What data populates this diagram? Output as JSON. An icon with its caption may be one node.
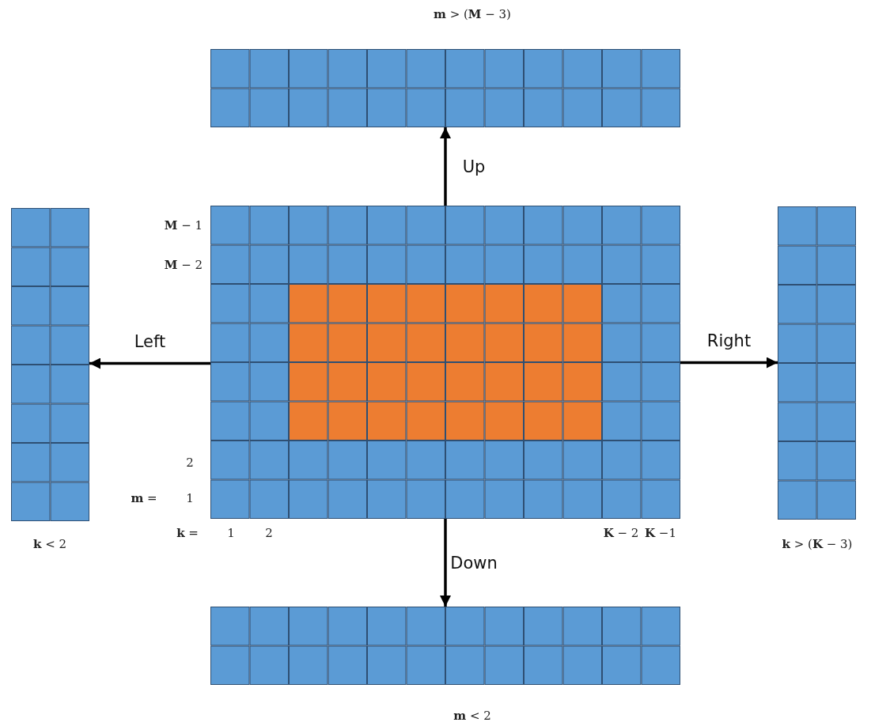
{
  "diagram": {
    "nodes": [
      {
        "text": [],
        "shape": "box",
        "beside": [
          "**m** > (**M** − 3)"
        ]
      },
      {
        "text": [],
        "shape": "box",
        "beside": [
          "**k** < 2"
        ]
      },
      {
        "text": [],
        "shape": "box",
        "beside": [
          "**M** − 1",
          "**M** − 2",
          "2",
          "**m** =",
          "1",
          "**k** =",
          "1",
          "2",
          "**K** − 2",
          "**K** −1"
        ]
      },
      {
        "text": [],
        "shape": "box",
        "beside": [
          "**k** > (**K** − 3)"
        ]
      },
      {
        "text": [],
        "shape": "box",
        "beside": [
          "**m** < 2"
        ]
      }
    ],
    "edges": [
      {
        "from": 2,
        "to": 0,
        "arrow": "to",
        "label": "Up"
      },
      {
        "from": 2,
        "to": 1,
        "arrow": "to",
        "label": "Left"
      },
      {
        "from": 2,
        "to": 3,
        "arrow": "to",
        "label": "Right"
      },
      {
        "from": 2,
        "to": 4,
        "arrow": "to",
        "label": "Down"
      }
    ]
  }
}
